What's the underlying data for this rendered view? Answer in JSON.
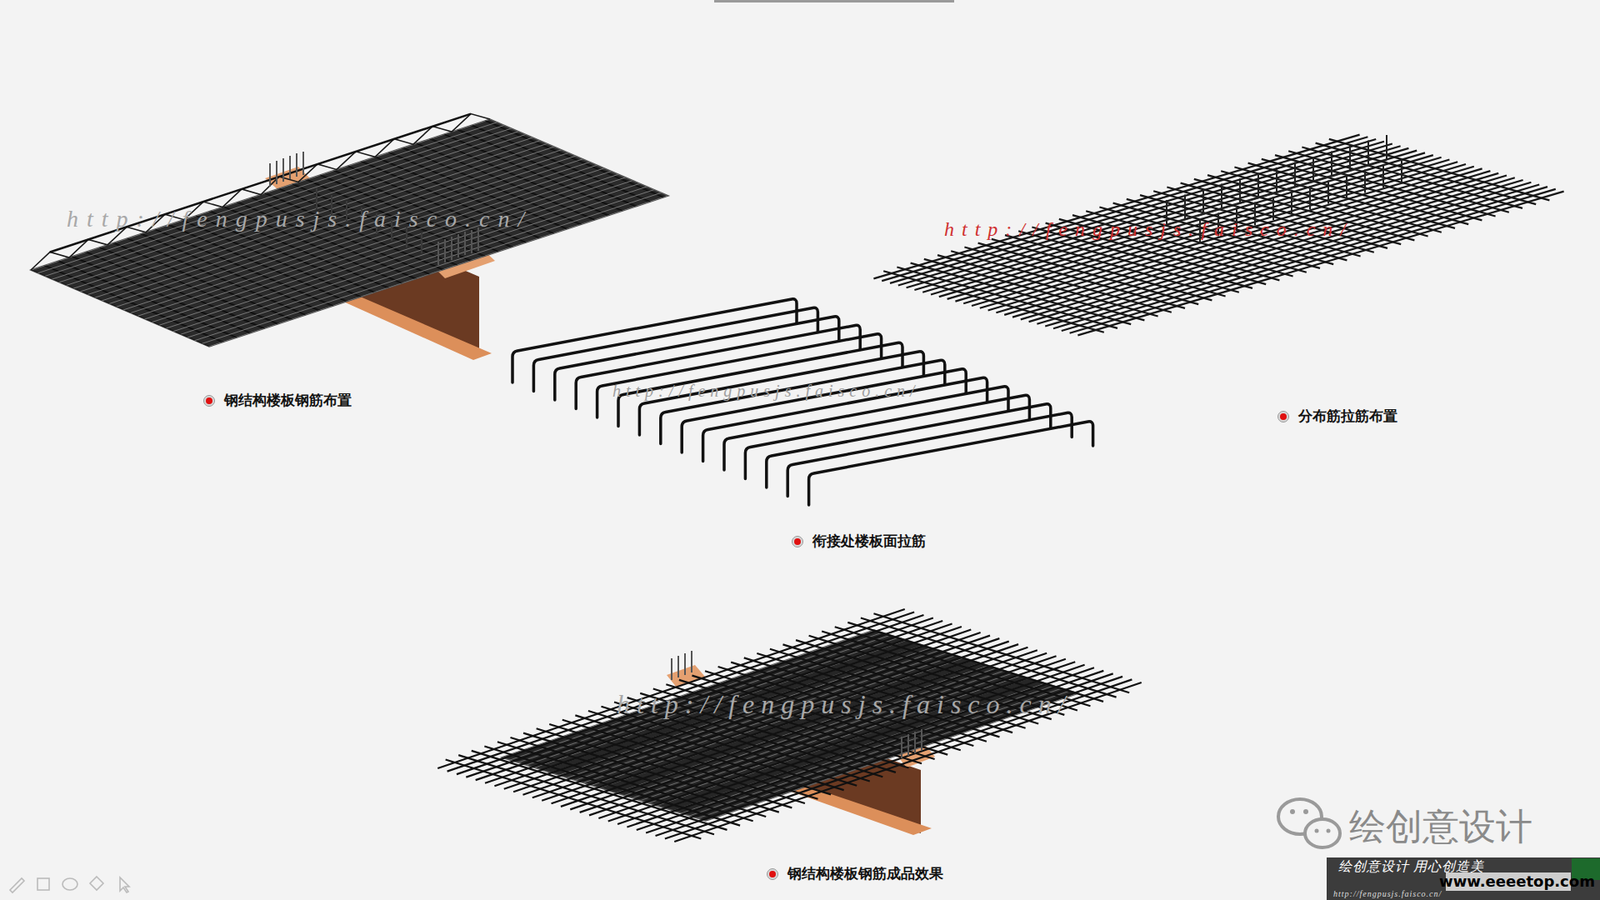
{
  "diagram": {
    "labels": [
      "钢结构楼板钢筋布置",
      "衔接处楼板面拉筋",
      "分布筋拉筋布置",
      "钢结构楼板钢筋成品效果",
      "http://fengpusjs.faisco.cn/",
      "http://fengpusjs.faisco.cn/",
      "http://fengpusjs.faisco.cn/",
      "http://fengpusjs.faisco.cn/",
      "绘创意设计",
      "绘创意设计 用心创造美",
      "www.eeeetop.com",
      "http://fengpusjs.faisco.cn/"
    ]
  }
}
